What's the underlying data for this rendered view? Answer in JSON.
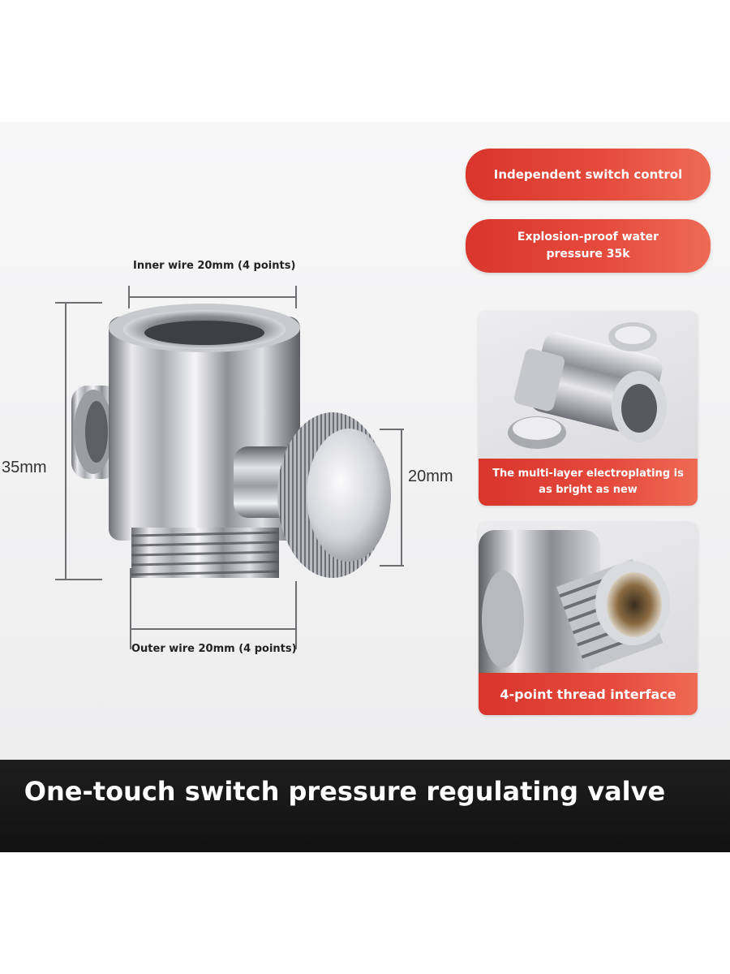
{
  "product": {
    "title": "One-touch switch pressure regulating valve"
  },
  "dimensions": {
    "inner_wire": "Inner wire 20mm (4 points)",
    "outer_wire": "Outer wire 20mm (4 points)",
    "height": "35mm",
    "knob": "20mm"
  },
  "features": {
    "switch_control": "Independent switch control",
    "water_pressure": "Explosion-proof water pressure 35k"
  },
  "detail_cards": [
    {
      "caption": "The multi-layer electroplating is as bright as new"
    },
    {
      "caption": "4-point thread interface"
    }
  ],
  "colors": {
    "accent_red": "#e03c31",
    "banner": "#161616",
    "chrome": "#c8c8cc"
  }
}
